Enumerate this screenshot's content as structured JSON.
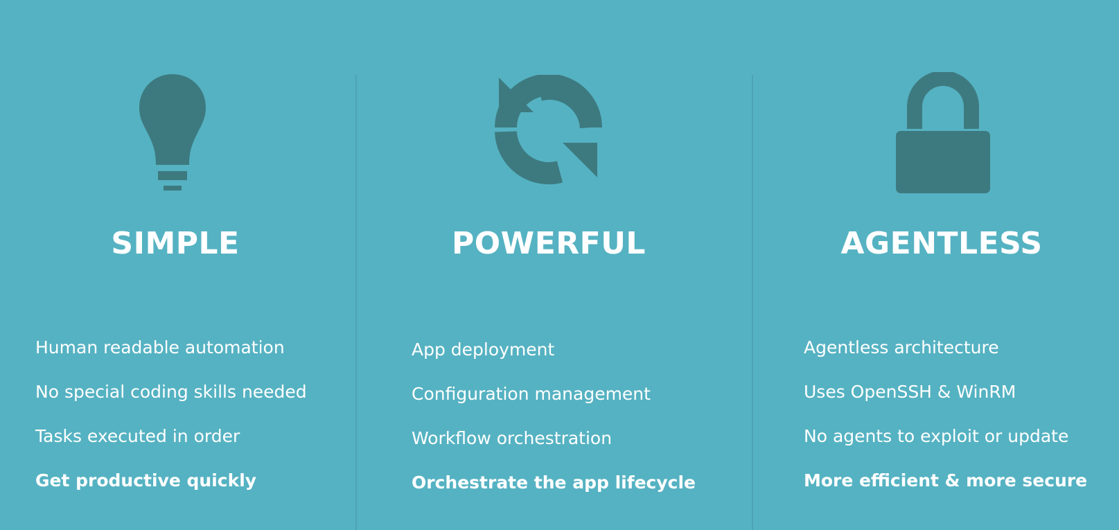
{
  "colors": {
    "background": "#55b2c2",
    "icon": "#3d7a80",
    "divider": "#4da3b3",
    "text": "#ffffff"
  },
  "columns": [
    {
      "icon": "lightbulb-icon",
      "title": "SIMPLE",
      "features": [
        "Human readable automation",
        "No special coding skills needed",
        "Tasks executed in order",
        "Get productive quickly"
      ]
    },
    {
      "icon": "refresh-icon",
      "title": "POWERFUL",
      "features": [
        "App deployment",
        "Configuration management",
        "Workflow orchestration",
        "Orchestrate the app lifecycle"
      ]
    },
    {
      "icon": "lock-icon",
      "title": "AGENTLESS",
      "features": [
        "Agentless architecture",
        "Uses OpenSSH & WinRM",
        "No agents to exploit or update",
        "More efficient & more secure"
      ]
    }
  ]
}
